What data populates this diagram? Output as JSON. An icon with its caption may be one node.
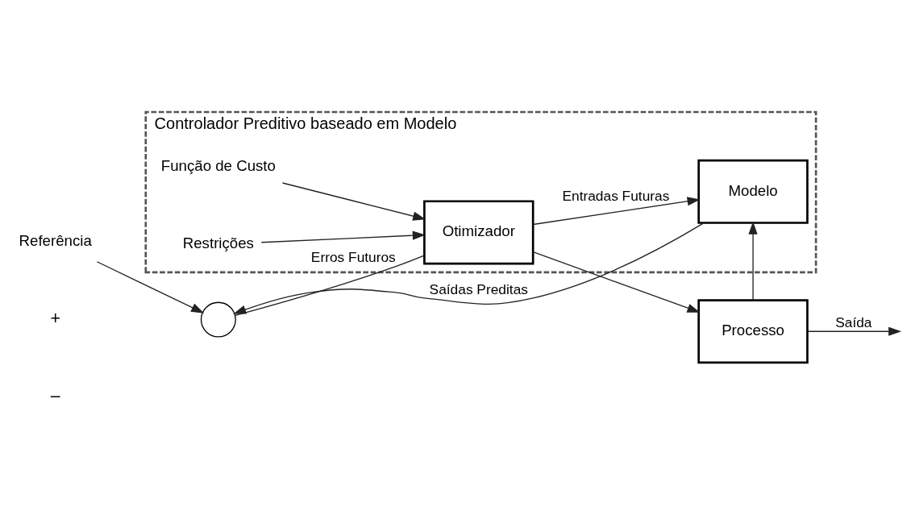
{
  "diagram": {
    "nodes": [
      {
        "text": [
          "Controlador Preditivo baseado em Modelo"
        ]
      },
      {
        "text": [
          "Função de Custo"
        ],
        "in": 0
      },
      {
        "text": [
          "Restrições"
        ],
        "in": 0
      },
      {
        "text": [
          "Referência"
        ]
      },
      {
        "text": [],
        "shape": "circle"
      },
      {
        "text": [
          "Otimizador"
        ],
        "in": 0
      },
      {
        "text": [
          "Processo"
        ]
      },
      {
        "text": [
          "Modelo"
        ],
        "in": 0
      }
    ],
    "edges": [
      {
        "from": 3,
        "to": 4,
        "arrow": "to"
      },
      {
        "from": 4,
        "to": 5,
        "arrow": "none",
        "label": "Erros Futuros"
      },
      {
        "from": 1,
        "to": 5,
        "arrow": "to"
      },
      {
        "from": 2,
        "to": 5,
        "arrow": "to"
      },
      {
        "from": 5,
        "to": 6,
        "arrow": "to"
      },
      {
        "from": 5,
        "to": 7,
        "arrow": "to",
        "label": "Entradas Futuras"
      },
      {
        "from": 6,
        "to": null,
        "arrow": "to",
        "label": "Saída"
      },
      {
        "from": 6,
        "to": 7,
        "arrow": "to"
      },
      {
        "from": 7,
        "to": 4,
        "arrow": "to",
        "label": "Saídas Preditas"
      }
    ],
    "labels": [
      "+",
      "–"
    ]
  }
}
